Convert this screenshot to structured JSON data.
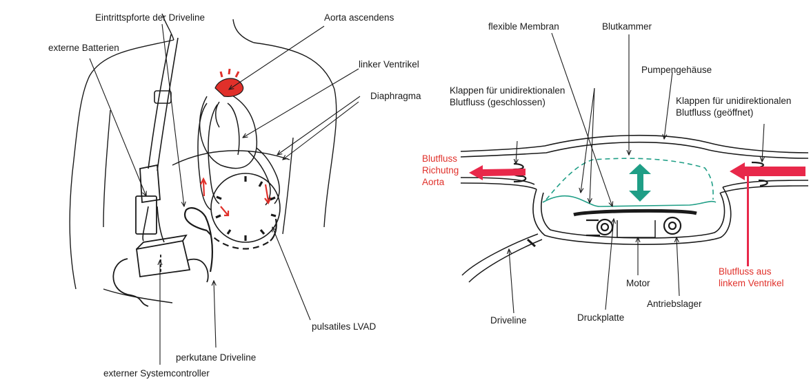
{
  "left_figure": {
    "labels": {
      "entry_point": "Eintrittspforte der Driveline",
      "aorta": "Aorta ascendens",
      "batteries": "externe Batterien",
      "left_ventricle": "linker Ventrikel",
      "diaphragm": "Diaphragma",
      "lvad": "pulsatiles LVAD",
      "percutaneous": "perkutane Driveline",
      "controller": "externer Systemcontroller"
    }
  },
  "right_figure": {
    "labels": {
      "membrane": "flexible Membran",
      "blood_chamber": "Blutkammer",
      "housing": "Pumpengehäuse",
      "valves_closed": "Klappen für unidirektionalen\nBlutfluss (geschlossen)",
      "valves_open": "Klappen für unidirektionalen\nBlutfluss (geöffnet)",
      "flow_out": "Blutfluss\nRichutng\nAorta",
      "flow_in": "Blutfluss aus\nlinkem Ventrikel",
      "motor": "Motor",
      "bearing": "Antriebslager",
      "pressure_plate": "Druckplatte",
      "driveline": "Driveline"
    }
  },
  "colors": {
    "ink": "#1a1a1a",
    "blood_red": "#e0302a",
    "arrow_red": "#e8284a",
    "membrane_teal": "#1f9e86"
  }
}
